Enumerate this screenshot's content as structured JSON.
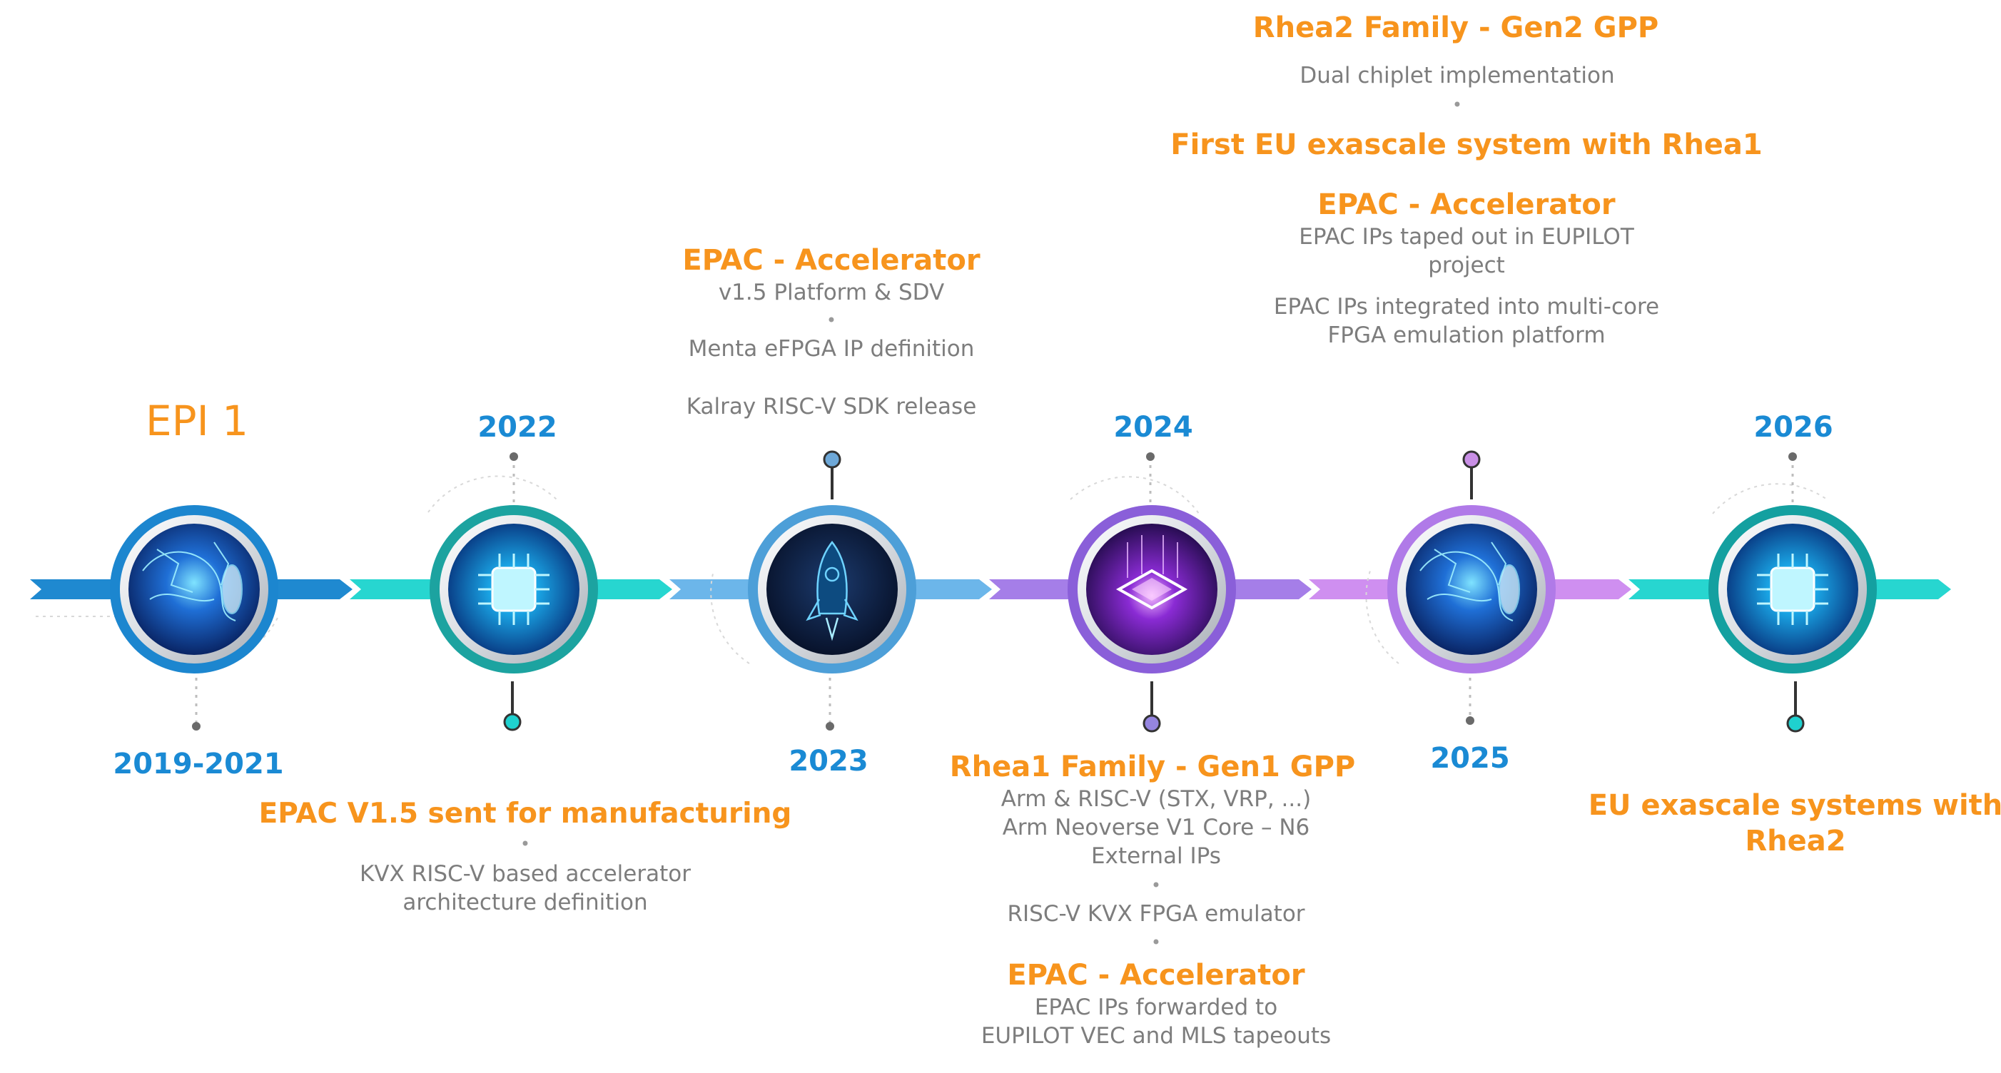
{
  "colors": {
    "orange": "#f7941d",
    "year_blue": "#1a8ad4",
    "gray_text": "#7d7d7d",
    "segments": [
      "#1f89d0",
      "#27d6d0",
      "#6cb6ea",
      "#a57ee8",
      "#cf8ff0",
      "#27d6d0"
    ],
    "rings": [
      "#1c86cf",
      "#1ca3a0",
      "#4d9fd8",
      "#8a5fd9",
      "#b07ae8",
      "#14a0a0"
    ],
    "pins": [
      "#1f89d0",
      "#1fd1cf",
      "#6ea8d8",
      "#9585e0",
      "#c98fe6",
      "#1fd1cf"
    ]
  },
  "milestones": [
    {
      "label": "2019-2021",
      "era": "EPI 1",
      "icon": "circuit-brain-icon"
    },
    {
      "label": "2022",
      "icon": "chip-icon"
    },
    {
      "label": "2023",
      "icon": "rocket-icon"
    },
    {
      "label": "2024",
      "icon": "glowing-chip-icon"
    },
    {
      "label": "2025",
      "icon": "circuit-brain-icon"
    },
    {
      "label": "2026",
      "icon": "chip-icon"
    }
  ],
  "text": {
    "m2022": {
      "heading": "EPAC V1.5 sent for manufacturing",
      "bullet": "•",
      "body": [
        "KVX RISC-V based accelerator",
        "architecture definition"
      ]
    },
    "m2023": {
      "heading": "EPAC - Accelerator",
      "line1": "v1.5 Platform & SDV",
      "bullet": "•",
      "line2": "Menta eFPGA IP definition",
      "line3": "Kalray RISC-V SDK release"
    },
    "m2024": {
      "heading": "Rhea1 Family - Gen1 GPP",
      "body": [
        "Arm & RISC-V (STX, VRP, ...)",
        "Arm Neoverse V1 Core – N6",
        "External IPs"
      ],
      "bullet": "•",
      "line": "RISC-V KVX FPGA emulator",
      "bullet2": "•",
      "heading2": "EPAC - Accelerator",
      "body2": [
        "EPAC IPs forwarded to",
        "EUPILOT VEC and MLS tapeouts"
      ]
    },
    "m2025": {
      "heading": "Rhea2 Family - Gen2 GPP",
      "line1": "Dual chiplet implementation",
      "bullet": "•",
      "heading2": "First EU exascale system with Rhea1",
      "heading3": "EPAC - Accelerator",
      "body1": [
        "EPAC IPs taped out in EUPILOT",
        "project"
      ],
      "body2": [
        "EPAC IPs integrated into multi-core",
        "FPGA emulation platform"
      ]
    },
    "m2026": {
      "heading": [
        "EU exascale systems with",
        "Rhea2"
      ]
    }
  }
}
